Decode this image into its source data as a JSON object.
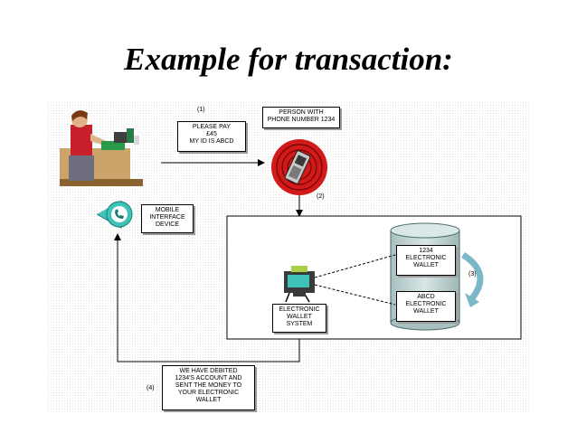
{
  "slide": {
    "title": "Example for transaction:"
  },
  "diagram": {
    "messages": {
      "payment_request": "PLEASE PAY\n£45\nMY ID IS ABCD",
      "person": "PERSON WITH\nPHONE NUMBER 1234",
      "mobile_interface": "MOBILE\nINTERFACE\nDEVICE",
      "ews": "ELECTRONIC\nWALLET\nSYSTEM",
      "wallet_1234": "1234\nELECTRONIC\nWALLET",
      "wallet_abcd": "ABCD\nELECTRONIC\nWALLET",
      "confirmation": "WE HAVE DEBITED\n1234'S ACCOUNT AND\nSENT THE MONEY TO\nYOUR ELECTRONIC\nWALLET"
    },
    "steps": {
      "s1": "(1)",
      "s2": "(2)",
      "s3": "(3)",
      "s4": "(4)"
    },
    "icons": [
      "cashier-figure",
      "mobile-phone-icon",
      "mobile-interface-icon",
      "computer-icon",
      "database-cylinder",
      "curved-arrow"
    ]
  }
}
